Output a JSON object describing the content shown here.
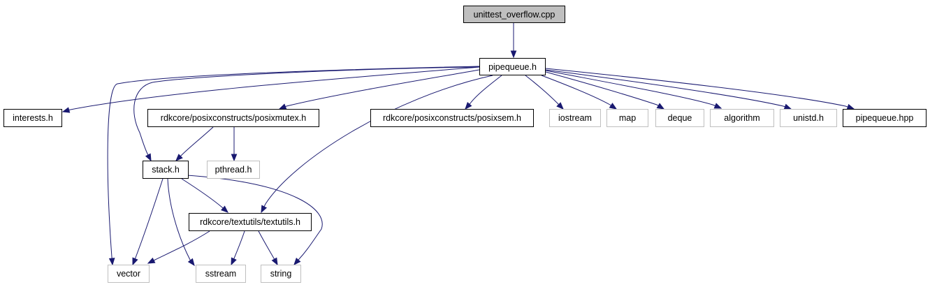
{
  "diagram": {
    "nodes": [
      {
        "id": "unittest_overflow",
        "label": "unittest_overflow.cpp",
        "kind": "root"
      },
      {
        "id": "pipequeue_h",
        "label": "pipequeue.h",
        "kind": "documented"
      },
      {
        "id": "interests_h",
        "label": "interests.h",
        "kind": "documented"
      },
      {
        "id": "posixmutex_h",
        "label": "rdkcore/posixconstructs/posixmutex.h",
        "kind": "documented"
      },
      {
        "id": "posixsem_h",
        "label": "rdkcore/posixconstructs/posixsem.h",
        "kind": "documented"
      },
      {
        "id": "iostream",
        "label": "iostream",
        "kind": "external"
      },
      {
        "id": "map",
        "label": "map",
        "kind": "external"
      },
      {
        "id": "deque",
        "label": "deque",
        "kind": "external"
      },
      {
        "id": "algorithm",
        "label": "algorithm",
        "kind": "external"
      },
      {
        "id": "unistd_h",
        "label": "unistd.h",
        "kind": "external"
      },
      {
        "id": "pipequeue_hpp",
        "label": "pipequeue.hpp",
        "kind": "documented"
      },
      {
        "id": "stack_h",
        "label": "stack.h",
        "kind": "documented"
      },
      {
        "id": "pthread_h",
        "label": "pthread.h",
        "kind": "external"
      },
      {
        "id": "textutils_h",
        "label": "rdkcore/textutils/textutils.h",
        "kind": "documented"
      },
      {
        "id": "vector",
        "label": "vector",
        "kind": "external"
      },
      {
        "id": "sstream",
        "label": "sstream",
        "kind": "external"
      },
      {
        "id": "string",
        "label": "string",
        "kind": "external"
      }
    ],
    "edges": [
      {
        "from": "unittest_overflow",
        "to": "pipequeue_h"
      },
      {
        "from": "pipequeue_h",
        "to": "interests_h"
      },
      {
        "from": "pipequeue_h",
        "to": "posixmutex_h"
      },
      {
        "from": "pipequeue_h",
        "to": "posixsem_h"
      },
      {
        "from": "pipequeue_h",
        "to": "iostream"
      },
      {
        "from": "pipequeue_h",
        "to": "map"
      },
      {
        "from": "pipequeue_h",
        "to": "deque"
      },
      {
        "from": "pipequeue_h",
        "to": "algorithm"
      },
      {
        "from": "pipequeue_h",
        "to": "unistd_h"
      },
      {
        "from": "pipequeue_h",
        "to": "pipequeue_hpp"
      },
      {
        "from": "pipequeue_h",
        "to": "stack_h"
      },
      {
        "from": "pipequeue_h",
        "to": "textutils_h"
      },
      {
        "from": "pipequeue_h",
        "to": "vector"
      },
      {
        "from": "posixmutex_h",
        "to": "stack_h"
      },
      {
        "from": "posixmutex_h",
        "to": "pthread_h"
      },
      {
        "from": "stack_h",
        "to": "vector"
      },
      {
        "from": "stack_h",
        "to": "sstream"
      },
      {
        "from": "stack_h",
        "to": "textutils_h"
      },
      {
        "from": "stack_h",
        "to": "string"
      },
      {
        "from": "textutils_h",
        "to": "vector"
      },
      {
        "from": "textutils_h",
        "to": "sstream"
      },
      {
        "from": "textutils_h",
        "to": "string"
      }
    ]
  }
}
